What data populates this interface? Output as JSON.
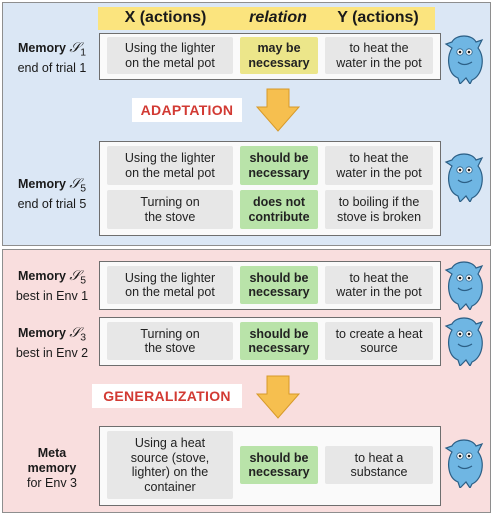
{
  "header": {
    "x": "X (actions)",
    "relation": "relation",
    "y": "Y (actions)"
  },
  "top": {
    "memory1": {
      "word": "Memory",
      "symbol": "𝒮",
      "sub": "1",
      "caption": "end of trial 1",
      "row": {
        "x": "Using the lighter\non the metal pot",
        "rel": "may be\nnecessary",
        "y": "to heat the\nwater in the pot"
      }
    },
    "adaptation_label": "ADAPTATION",
    "memory5": {
      "word": "Memory",
      "symbol": "𝒮",
      "sub": "5",
      "caption": "end of trial 5",
      "rows": [
        {
          "x": "Using the lighter\non the metal pot",
          "rel": "should be\nnecessary",
          "y": "to heat the\nwater in the pot"
        },
        {
          "x": "Turning on\nthe stove",
          "rel": "does not\ncontribute",
          "y": "to boiling if the\nstove is broken"
        }
      ]
    }
  },
  "bottom": {
    "env1": {
      "word": "Memory",
      "symbol": "𝒮",
      "sub": "5",
      "caption": "best in Env 1",
      "row": {
        "x": "Using the lighter\non the metal pot",
        "rel": "should be\nnecessary",
        "y": "to heat the\nwater in the pot"
      }
    },
    "env2": {
      "word": "Memory",
      "symbol": "𝒮",
      "sub": "3",
      "caption": "best in Env 2",
      "row": {
        "x": "Turning on\nthe stove",
        "rel": "should be\nnecessary",
        "y": "to create a heat\nsource"
      }
    },
    "generalization_label": "GENERALIZATION",
    "meta": {
      "word1": "Meta",
      "word2": "memory",
      "caption": "for Env 3",
      "row": {
        "x": "Using a heat\nsource (stove,\nlighter) on the\ncontainer",
        "rel": "should be\nnecessary",
        "y": "to heat a\nsubstance"
      }
    }
  },
  "colors": {
    "top_panel": "#dbe7f5",
    "bottom_panel": "#f9dede",
    "header_band": "#fbe47e",
    "accent_text": "#d23a33",
    "relation_positive": "#b9e3a9",
    "relation_tentative": "#ece68a",
    "arrow": "#f6bf4f",
    "mascot": "#6fb6e3"
  },
  "icons": [
    "down-arrow-icon",
    "blue-creature-mascot-icon"
  ]
}
